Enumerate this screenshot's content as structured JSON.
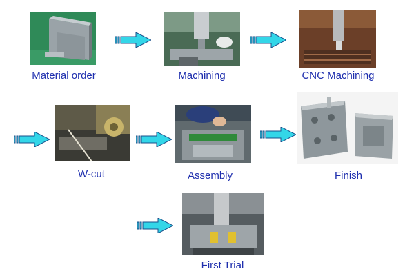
{
  "steps": [
    {
      "label": "Material order"
    },
    {
      "label": "Machining"
    },
    {
      "label": "CNC Machining"
    },
    {
      "label": "W-cut"
    },
    {
      "label": "Assembly"
    },
    {
      "label": "Finish"
    },
    {
      "label": "First Trial"
    }
  ],
  "colors": {
    "label_text": "#1f2fae",
    "arrow_fill": "#33d6e8",
    "arrow_stroke": "#1a4f8a"
  },
  "icons": {
    "flow_arrow": "arrow-right-icon"
  }
}
